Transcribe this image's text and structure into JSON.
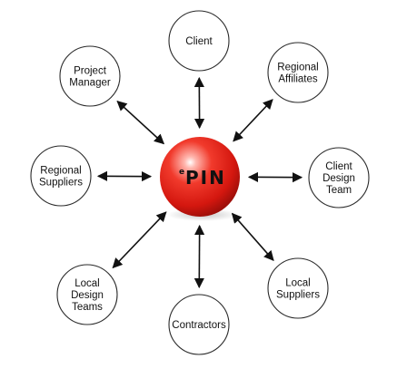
{
  "hub": {
    "label_prefix": "e",
    "label_main": "PIN",
    "color": "#e8231b"
  },
  "nodes": [
    {
      "id": "client",
      "lines": [
        "Client"
      ]
    },
    {
      "id": "regional-affiliates",
      "lines": [
        "Regional",
        "Affiliates"
      ]
    },
    {
      "id": "client-design-team",
      "lines": [
        "Client",
        "Design",
        "Team"
      ]
    },
    {
      "id": "local-suppliers",
      "lines": [
        "Local",
        "Suppliers"
      ]
    },
    {
      "id": "contractors",
      "lines": [
        "Contractors"
      ]
    },
    {
      "id": "local-design-teams",
      "lines": [
        "Local",
        "Design",
        "Teams"
      ]
    },
    {
      "id": "regional-suppliers",
      "lines": [
        "Regional",
        "Suppliers"
      ]
    },
    {
      "id": "project-manager",
      "lines": [
        "Project",
        "Manager"
      ]
    }
  ],
  "connections": [
    [
      "hub",
      "client"
    ],
    [
      "hub",
      "regional-affiliates"
    ],
    [
      "hub",
      "client-design-team"
    ],
    [
      "hub",
      "local-suppliers"
    ],
    [
      "hub",
      "contractors"
    ],
    [
      "hub",
      "local-design-teams"
    ],
    [
      "hub",
      "regional-suppliers"
    ],
    [
      "hub",
      "project-manager"
    ]
  ],
  "connection_style": "bidirectional-arrow"
}
